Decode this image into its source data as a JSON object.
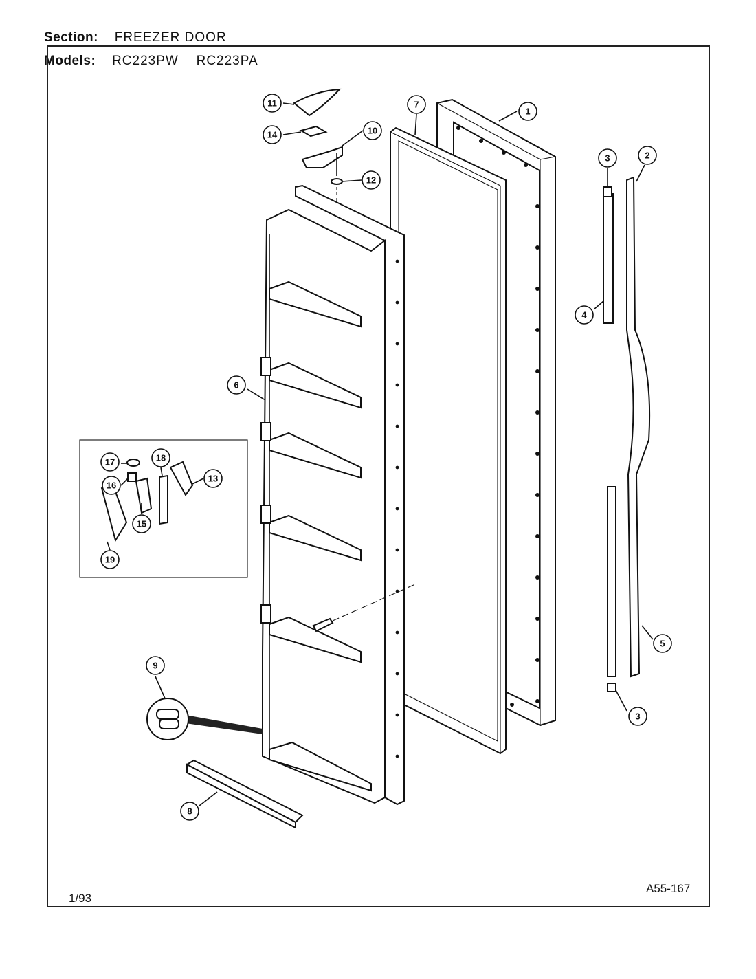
{
  "header": {
    "section_label": "Section:",
    "section_value": "FREEZER DOOR",
    "models_label": "Models:",
    "models": [
      "RC223PW",
      "RC223PA"
    ]
  },
  "footer": {
    "date": "1/93",
    "diagram_code": "A55-167"
  },
  "callouts": [
    "1",
    "2",
    "3",
    "4",
    "5",
    "6",
    "7",
    "8",
    "9",
    "10",
    "11",
    "12",
    "13",
    "14",
    "15",
    "16",
    "17",
    "18",
    "19"
  ]
}
